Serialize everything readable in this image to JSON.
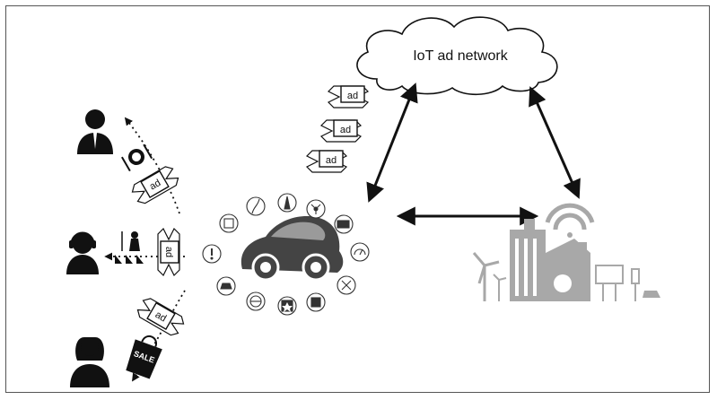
{
  "network": {
    "label": "IoT ad network"
  },
  "ad": {
    "label": "ad"
  },
  "sale": {
    "label": "SALE"
  },
  "colors": {
    "stroke": "#111111",
    "car": "#444444",
    "car_roof": "#9a9a9a",
    "city": "#a8a8a8",
    "people": "#111111"
  },
  "icons": {
    "people": [
      "businessman-icon",
      "listener-with-headphones-icon",
      "woman-icon"
    ],
    "services": [
      "restaurant-icon",
      "concert-icon",
      "shopping-bag-icon"
    ],
    "car_features": [
      "map-icon",
      "road-icon",
      "network-icon",
      "battery-icon",
      "gauge-icon",
      "tools-icon",
      "display-icon",
      "star-icon",
      "www-icon",
      "car-wash-icon",
      "warning-icon",
      "screen-icon"
    ],
    "city": [
      "wind-turbine-icon",
      "buildings-icon",
      "wifi-icon",
      "billboard-icon",
      "traffic-light-icon",
      "small-car-icon"
    ]
  }
}
